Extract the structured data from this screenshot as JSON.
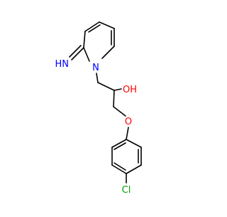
{
  "molecule": {
    "atom_labels": {
      "imine": "HN",
      "ring_nitrogen": "N",
      "hydroxyl": "OH",
      "ether_oxygen": "O",
      "chlorine": "Cl"
    },
    "colors": {
      "bond": "#000000",
      "nitrogen": "#0000ff",
      "oxygen": "#ff0000",
      "chlorine": "#00a000"
    }
  }
}
